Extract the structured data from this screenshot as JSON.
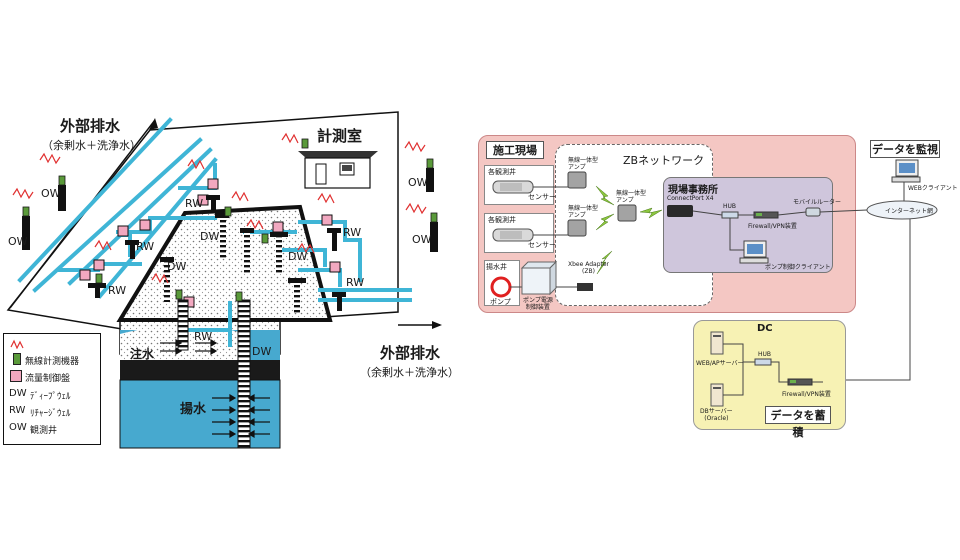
{
  "left": {
    "drain_top_title": "外部排水",
    "drain_top_sub": "（余剰水＋洗浄水）",
    "measure_room": "計測室",
    "drain_right_title": "外部排水",
    "drain_right_sub": "（余剰水＋洗浄水）",
    "inject": "注水",
    "pump": "揚水",
    "well_labels": {
      "ow": "OW",
      "rw": "RW",
      "dw": "DW"
    },
    "legend": [
      {
        "code": "",
        "text": ""
      },
      {
        "code": "",
        "text": "無線計測機器"
      },
      {
        "code": "",
        "text": "流量制御盤"
      },
      {
        "code": "DW",
        "text": "ﾃﾞｨｰﾌﾟｳｪﾙ"
      },
      {
        "code": "RW",
        "text": "ﾘﾁｬｰｼﾞｳｪﾙ"
      },
      {
        "code": "OW",
        "text": "観測井"
      }
    ]
  },
  "right": {
    "site_title": "施工現場",
    "zb_network": "ZBネットワーク",
    "obs_well_1": "各観測井",
    "obs_well_2": "各観測井",
    "sensor_1": "センサー",
    "sensor_2": "センサー",
    "amp_1": "無線一体型\nアンプ",
    "amp_2": "無線一体型\nアンプ",
    "amp_3": "無線一体型\nアンプ",
    "pump_well": "揚水井",
    "pump": "ポンプ",
    "pump_panel": "ポンプ電源\n制御装置",
    "xbee": "Xbee Adapter\n(ZB)",
    "office_title": "現場事務所",
    "connectport": "ConnectPort X4",
    "hub_site": "HUB",
    "firewall_site": "Firewall/VPN装置",
    "pump_client": "ポンプ制御クライアント",
    "mobile_router": "モバイルルーター",
    "monitor_title": "データを監視",
    "web_client": "WEBクライアント",
    "internet": "インターネット網",
    "dc_title": "DC",
    "web_server": "WEB/APサーバー",
    "hub_dc": "HUB",
    "db_server": "DBサーバー\n(Oracle)",
    "firewall_dc": "Firewall/VPN装置",
    "store_title": "データを蓄積"
  },
  "colors": {
    "pipe": "#3fb5d6",
    "water": "#47a9cf",
    "site_bg": "#f4c7c3",
    "zb_bg": "#ffffff",
    "office_bg": "#cfc6dc",
    "dc_bg": "#f7f2b4",
    "flow_panel": "#f2a8c0",
    "meter": "#5a9a3a",
    "wave": "#e03030"
  }
}
